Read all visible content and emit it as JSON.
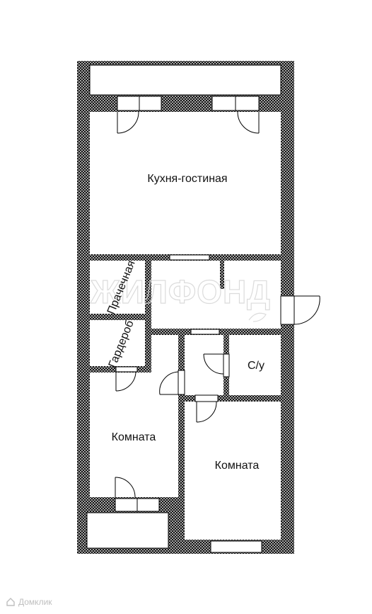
{
  "rooms": {
    "kitchen_living": "Кухня-гостиная",
    "laundry": "Прачечная",
    "wardrobe": "Гардероб",
    "bathroom": "С/у",
    "room_left": "Комната",
    "room_right": "Комната"
  },
  "watermark": {
    "text": "ЖИЛФОНД"
  },
  "footer": {
    "brand": "Домклик"
  },
  "colors": {
    "wall": "#000000",
    "background": "#ffffff",
    "watermark": "#d8d8d8"
  },
  "icons": {
    "footer_logo": "house-icon"
  }
}
